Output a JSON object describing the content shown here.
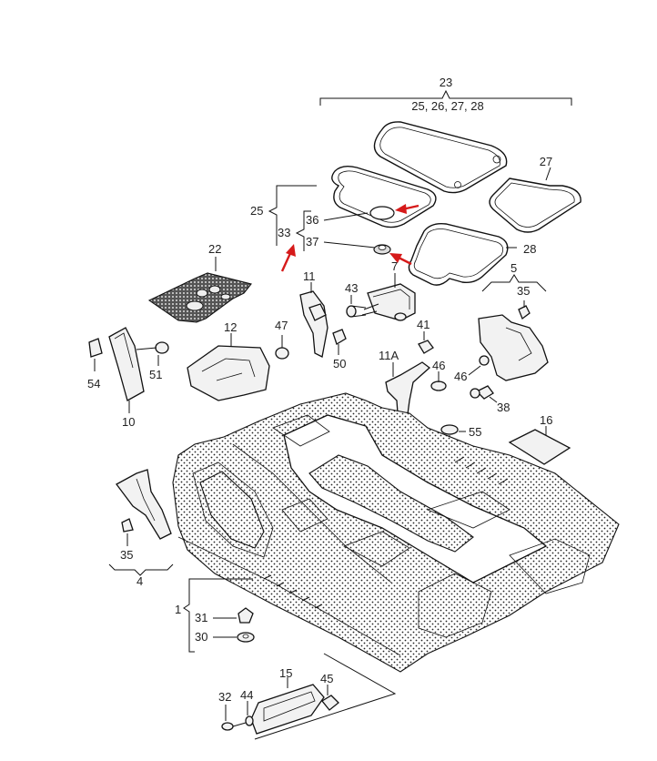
{
  "labels": {
    "l23": "23",
    "l25_28": "25, 26, 27, 28",
    "l27": "27",
    "l25": "25",
    "l33": "33",
    "l36": "36",
    "l37": "37",
    "l28": "28",
    "l7": "7",
    "l5": "5",
    "l35a": "35",
    "l22": "22",
    "l11": "11",
    "l43": "43",
    "l41": "41",
    "l47": "47",
    "l12": "12",
    "l51": "51",
    "l54": "54",
    "l10": "10",
    "l50": "50",
    "l11A": "11A",
    "l46a": "46",
    "l46b": "46",
    "l38": "38",
    "l55": "55",
    "l16": "16",
    "l35b": "35",
    "l4": "4",
    "l1": "1",
    "l31": "31",
    "l30": "30",
    "l15": "15",
    "l45": "45",
    "l32": "32",
    "l44": "44"
  },
  "colors": {
    "highlight_arrow": "#d61a1a",
    "line": "#111111"
  }
}
